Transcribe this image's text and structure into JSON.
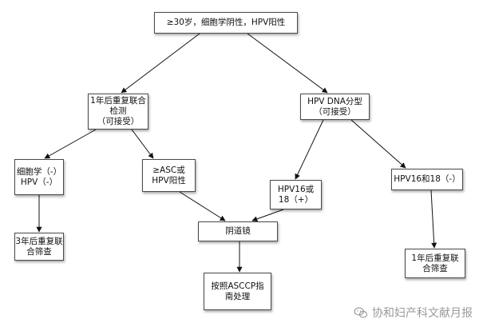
{
  "nodes": {
    "root": "≥30岁，细胞学阴性，HPV阳性",
    "cotest_repeat": "1年后重复联合\n检测\n（可接受）",
    "hpv_genotype": "HPV DNA分型\n（可接受）",
    "cyto_hpv_neg": "细胞学（-）\nHPV（-）",
    "asc_or_hpv_pos": "≥ASC或\nHPV阳性",
    "hpv16_18_pos": "HPV16或\n18（+）",
    "hpv16_18_neg": "HPV16和18（-）",
    "colposcopy": "阴道镜",
    "repeat_3yr": "3年后重复联\n合筛查",
    "asccp_guideline": "按照ASCCP指\n南处理",
    "repeat_1yr": "1年后重复联\n合筛查"
  },
  "watermark": "协和妇产科文献月报",
  "colors": {
    "border": "#4a4a4a",
    "line": "#111111",
    "watermark": "#9a9a9a"
  }
}
